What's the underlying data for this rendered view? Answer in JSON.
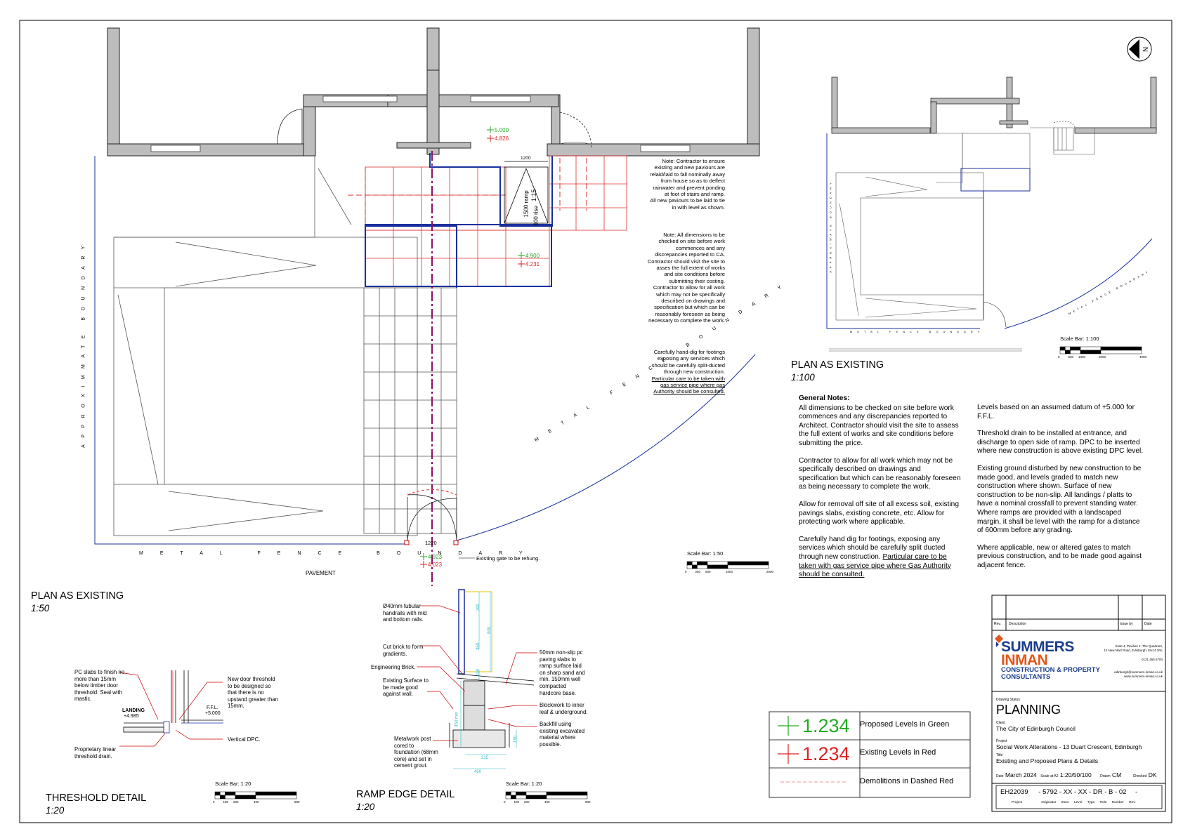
{
  "drawing": {
    "plan_existing_large": {
      "title": "PLAN AS EXISTING",
      "scale": "1:50"
    },
    "plan_existing_small": {
      "title": "PLAN AS EXISTING",
      "scale": "1:100"
    },
    "threshold_detail": {
      "title": "THRESHOLD DETAIL",
      "scale": "1:20"
    },
    "ramp_edge_detail": {
      "title": "RAMP EDGE DETAIL",
      "scale": "1:20"
    }
  },
  "plan_labels": {
    "boundary_left": "APPROXIMMATE BOUNDARY",
    "boundary_bottom": "METAL FENCE BOUNDARY",
    "boundary_curve": "METAL FENCE BOUNDARY",
    "pavement": "PAVEMENT",
    "gate_note": "Existing gate to be rehung.",
    "dim_1200_top": "1200",
    "dim_1220_bottom": "1220",
    "ramp_text_a": "1500 ramp",
    "ramp_text_b": "100 rise",
    "ramp_text_c": "1:15",
    "level_green_1": "5.000",
    "level_red_1": "4.826",
    "level_green_2": "4.900",
    "level_red_2": "4.231",
    "level_green_3": "4.923",
    "level_red_3": "4.023",
    "small_boundary_left": "APPROXIMATE BOUNDARY",
    "small_boundary_bottom": "METAL FENCE BOUNDARY",
    "small_boundary_curve": "METAL FENCE BOUNDARY"
  },
  "plan_notes": {
    "note1": "Note: Contractor to ensure existing and new paviours are relaid/laid to fall nominally away from house so as to deflect rainwater and prevent ponding at foot of stairs and ramp.",
    "note1b": "All new paviours to be laid to tie in with level as shown.",
    "note2": "Note: All dimensions to be checked on site before work commences and any discrepancies reported to CA. Contractor should visit the site to asses the full extent of works and site conditions before submitting their costing. Contractor to allow for all work which may not be specifically described on drawings and specification but which can be reasonably foreseen as being necessary to complete the work.",
    "note3a": "Carefully hand-dig for footings exposing any services which should be carefully split-ducted through new construction.",
    "note3b": "Particular care to be taken with gas service pipe where gas Authority should be consulted."
  },
  "general_notes": {
    "heading": "General Notes:",
    "col1": [
      "All dimensions to be checked on site before work commences and any discrepancies reported to Architect. Contractor should visit the site to assess the full extent of works and site conditions before submitting the price.",
      "Contractor to allow for all work which may not be specifically described on drawings and specification but which can be reasonably foreseen as being necessary to complete the work.",
      "Allow for removal off site of all excess soil, existing pavings slabs, existing concrete, etc. Allow for protecting work where applicable."
    ],
    "col1_last_a": "Carefully hand dig for footings, exposing any services which should be carefully split ducted through new construction.",
    "col1_last_b": "Particular care to be taken with gas service pipe where Gas Authority should be consulted.",
    "col2": [
      "Levels based on an assumed datum of +5.000 for F.F.L.",
      "Threshold drain to be installed at entrance, and discharge to open side of ramp. DPC to be inserted where new construction is above existing DPC level.",
      "Existing ground disturbed by new construction to be made good, and levels graded to match new construction where shown. Surface of new construction to be non-slip. All landings / platts to have a nominal crossfall to prevent standing water. Where ramps are provided with a landscaped margin, it shall be level with the ramp for a distance of 600mm before any grading.",
      "Where applicable, new or altered gates to match previous construction, and to be made good against adjacent fence."
    ]
  },
  "threshold_labels": {
    "pc_slabs": "PC slabs to finish no more than 15mm below timber door threshold. Seal with mastic.",
    "new_door": "New door threshold to be designed so that there is no upstand greater than 15mm.",
    "landing": "LANDING",
    "landing_level": "+4.985",
    "ffl": "F.F.L.",
    "ffl_level": "+5.000",
    "vertical_dpc": "Vertical DPC.",
    "drain": "Proprietary linear threshold drain."
  },
  "ramp_labels": {
    "handrails": "Ø40mm tubular handrails with mid and bottom rails.",
    "cut_brick": "Cut brick to form gradients.",
    "eng_brick": "Engineering Brick.",
    "existing_surface": "Existing Surface to be made good against wall.",
    "metalwork": "Metalwork post cored to foundation (68mm core) and set in cement grout.",
    "paving": "50mm non-slip pc paving slabs to ramp surface laid on sharp sand and min. 150mm well compacted hardcore base.",
    "blockwork": "Blockwork to inner leaf & underground.",
    "backfill": "Backfill using existing excavated material where possible.",
    "d300": "300",
    "d900": "900",
    "d350": "350",
    "d100": "100",
    "d450v": "450 min",
    "d150": "150",
    "d215": "215",
    "d450": "450"
  },
  "scale_bars": {
    "sb50": {
      "label": "Scale Bar: 1:50",
      "ticks": [
        "0",
        "250",
        "500",
        "1000",
        "2000"
      ]
    },
    "sb100": {
      "label": "Scale Bar: 1:100",
      "ticks": [
        "0",
        "500",
        "1000",
        "2000",
        "4000"
      ]
    },
    "sb20a": {
      "label": "Scale Bar: 1:20",
      "ticks": [
        "0",
        "100",
        "200",
        "400",
        "800"
      ]
    },
    "sb20b": {
      "label": "Scale Bar: 1:20",
      "ticks": [
        "0",
        "100",
        "200",
        "400",
        "800"
      ]
    }
  },
  "legend": {
    "green_value": "1.234",
    "green_label": "Proposed Levels in Green",
    "red_value": "1.234",
    "red_label": "Existing Levels in Red",
    "demo_label": "Demolitions in Dashed Red",
    "green_color": "#22aa22",
    "red_color": "#dd2222"
  },
  "title_block": {
    "rev_header": "Rev.",
    "desc_header": "Description",
    "issue_header": "Issue by",
    "date_header": "Date",
    "company_line1": "SUMMERS",
    "company_line2": "INMAN",
    "company_sub1": "CONSTRUCTION & PROPERTY",
    "company_sub2": "CONSULTANTS",
    "address1": "Suite 4, Pavilion 1, The Quadrant,",
    "address2": "14 New Mart Road, Edinburgh, EH14 1RL",
    "phone": "0131 455 5700",
    "email": "edinburgh@summers-inman.co.uk",
    "web": "www.summers-inman.co.uk",
    "status_label": "Drawing Status",
    "status": "PLANNING",
    "client_label": "Client",
    "client": "The City of Edinburgh Council",
    "project_label": "Project",
    "project": "Social Work Alterations - 13 Duart Crescent, Edinburgh",
    "title_label": "Title",
    "title": "Existing and Proposed Plans & Details",
    "date_label": "Date",
    "date": "March 2024",
    "scale_label": "Scale at A2",
    "scale": "1:20/50/100",
    "drawn_label": "Drawn",
    "drawn": "CM",
    "checked_label": "Checked",
    "checked": "DK",
    "project_no": "EH22039",
    "drawing_no": "- 5792 - XX - XX - DR - B - 02",
    "rev": "-",
    "code_project": "Project",
    "code_originator": "Originator",
    "code_zone": "Zone",
    "code_level": "Level",
    "code_type": "Type",
    "code_role": "Role",
    "code_number": "Number",
    "code_rev": "Rev.",
    "brand_color": "#1a3d8f",
    "accent_color": "#e2561c"
  }
}
